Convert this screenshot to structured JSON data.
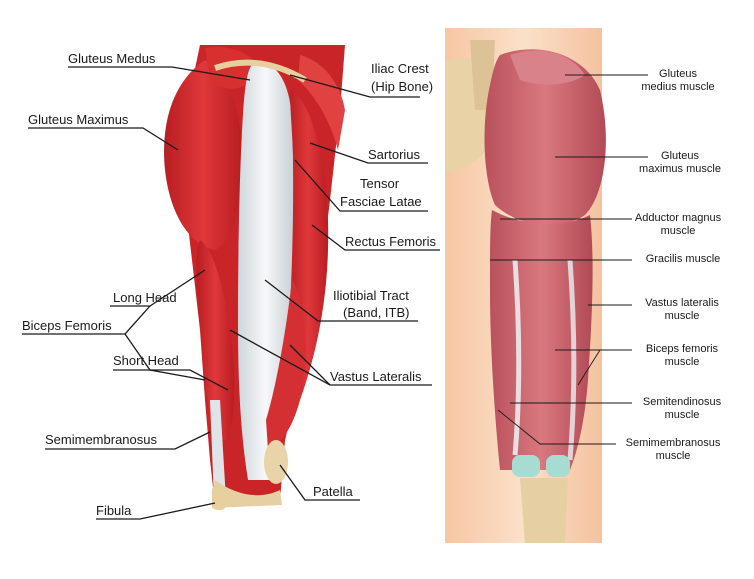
{
  "left_panel": {
    "labels": {
      "gluteus_medius": "Gluteus Medus",
      "gluteus_maximus": "Gluteus Maximus",
      "long_head": "Long Head",
      "biceps_femoris": "Biceps Femoris",
      "short_head": "Short Head",
      "semimembranosus": "Semimembranosus",
      "fibula": "Fibula",
      "iliac_crest_1": "Iliac Crest",
      "iliac_crest_2": "(Hip Bone)",
      "sartorius": "Sartorius",
      "tensor_1": "Tensor",
      "tensor_2": "Fasciae Latae",
      "rectus_femoris": "Rectus Femoris",
      "iliotibial_1": "Iliotibial Tract",
      "iliotibial_2": "(Band, ITB)",
      "vastus_lateralis": "Vastus Lateralis",
      "patella": "Patella"
    }
  },
  "right_panel": {
    "labels": {
      "gluteus_medius_1": "Gluteus",
      "gluteus_medius_2": "medius muscle",
      "gluteus_maximus_1": "Gluteus",
      "gluteus_maximus_2": "maximus muscle",
      "adductor_1": "Adductor magnus",
      "adductor_2": "muscle",
      "gracilis": "Gracilis muscle",
      "vastus_1": "Vastus lateralis",
      "vastus_2": "muscle",
      "biceps_1": "Biceps femoris",
      "biceps_2": "muscle",
      "semitendinosus_1": "Semitendinosus",
      "semitendinosus_2": "muscle",
      "semimembranosus_1": "Semimembranosus",
      "semimembranosus_2": "muscle"
    }
  },
  "colors": {
    "muscle_red": "#d8262a",
    "muscle_dark": "#a81b1f",
    "tendon": "#e8ecef",
    "skin": "#f5c9a8",
    "right_muscle": "#c8616a",
    "bone": "#e9d3a8",
    "cartilage": "#9fd8d0"
  }
}
